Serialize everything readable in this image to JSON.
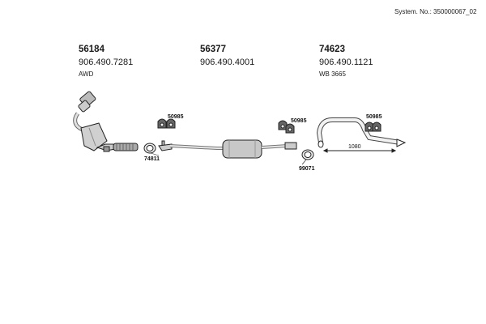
{
  "header": {
    "system_no": "System. No.: 350000067_02"
  },
  "parts": [
    {
      "number": "56184",
      "oem": "906.490.7281",
      "note": "AWD"
    },
    {
      "number": "56377",
      "oem": "906.490.4001",
      "note": ""
    },
    {
      "number": "74623",
      "oem": "906.490.1121",
      "note": "WB 3665"
    }
  ],
  "callouts": {
    "hanger_a": "50985",
    "clamp_a": "74811",
    "hanger_b": "50985",
    "clamp_b": "99071",
    "hanger_c": "50985",
    "dimension": "1080"
  },
  "colors": {
    "line": "#222222",
    "fill": "#d8d8d8",
    "text": "#1a1a1a"
  }
}
